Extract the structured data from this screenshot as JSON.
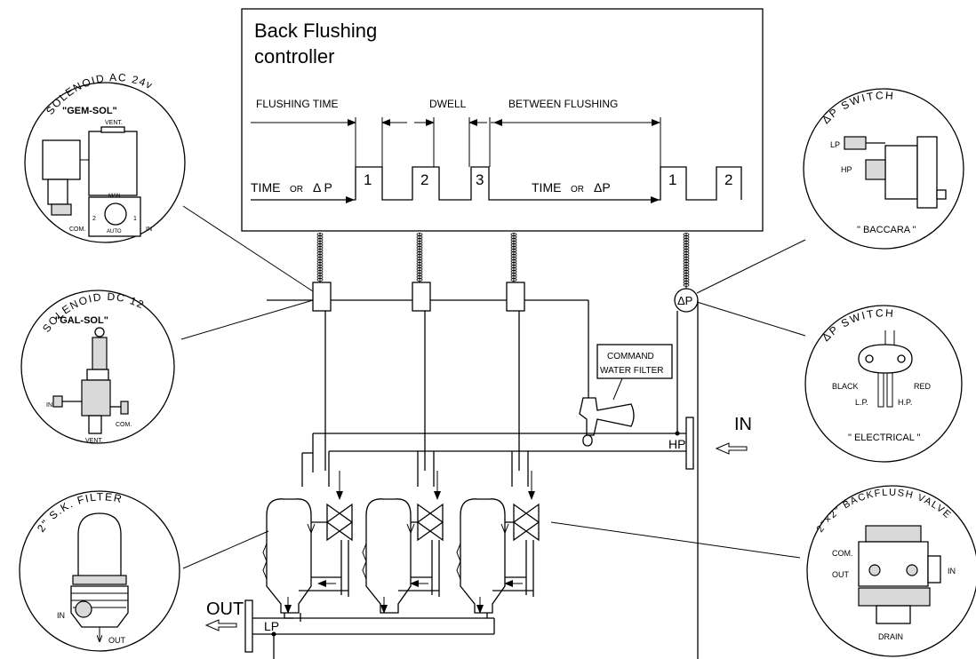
{
  "controller": {
    "title_line1": "Back Flushing",
    "title_line2": "controller",
    "flushing_time": "FLUSHING TIME",
    "dwell": "DWELL",
    "between_flushing": "BETWEEN FLUSHING",
    "time_left": "TIME",
    "or_left": "OR",
    "dp_left": "Δ P",
    "time_right": "TIME",
    "or_right": "OR",
    "dp_right": "ΔP",
    "pulse_labels": [
      "1",
      "2",
      "3",
      "1",
      "2"
    ]
  },
  "system": {
    "dp_symbol": "ΔP",
    "command_filter_line1": "COMMAND",
    "command_filter_line2": "WATER FILTER",
    "in_label": "IN",
    "hp_label": "HP",
    "out_label": "OUT",
    "lp_label": "LP"
  },
  "solenoid_ac": {
    "title": "SOLENOID AC 24v",
    "model": "\"GEM-SOL\"",
    "vent": "VENT.",
    "man": "MAN",
    "auto": "AUTO",
    "port2": "2",
    "port1": "1",
    "com": "COM.",
    "in": "IN"
  },
  "solenoid_dc": {
    "title": "SOLENOID DC 12v",
    "model": "\"GAL-SOL\"",
    "in": "IN",
    "com": "COM.",
    "vent": "VENT."
  },
  "sk_filter": {
    "title": "2\" S.K. FILTER",
    "in": "IN",
    "out": "OUT"
  },
  "dp_switch_baccara": {
    "title": "ΔP SWITCH",
    "lp": "LP",
    "hp": "HP",
    "name": "\" BACCARA \""
  },
  "dp_switch_electrical": {
    "title": "ΔP SWITCH",
    "black": "BLACK",
    "red": "RED",
    "lp": "L.P.",
    "hp": "H.P.",
    "name": "\" ELECTRICAL \""
  },
  "backflush_valve": {
    "title": "2\"×2\" BACKFLUSH VALVE",
    "com": "COM.",
    "out": "OUT",
    "in": "IN",
    "drain": "DRAIN"
  }
}
